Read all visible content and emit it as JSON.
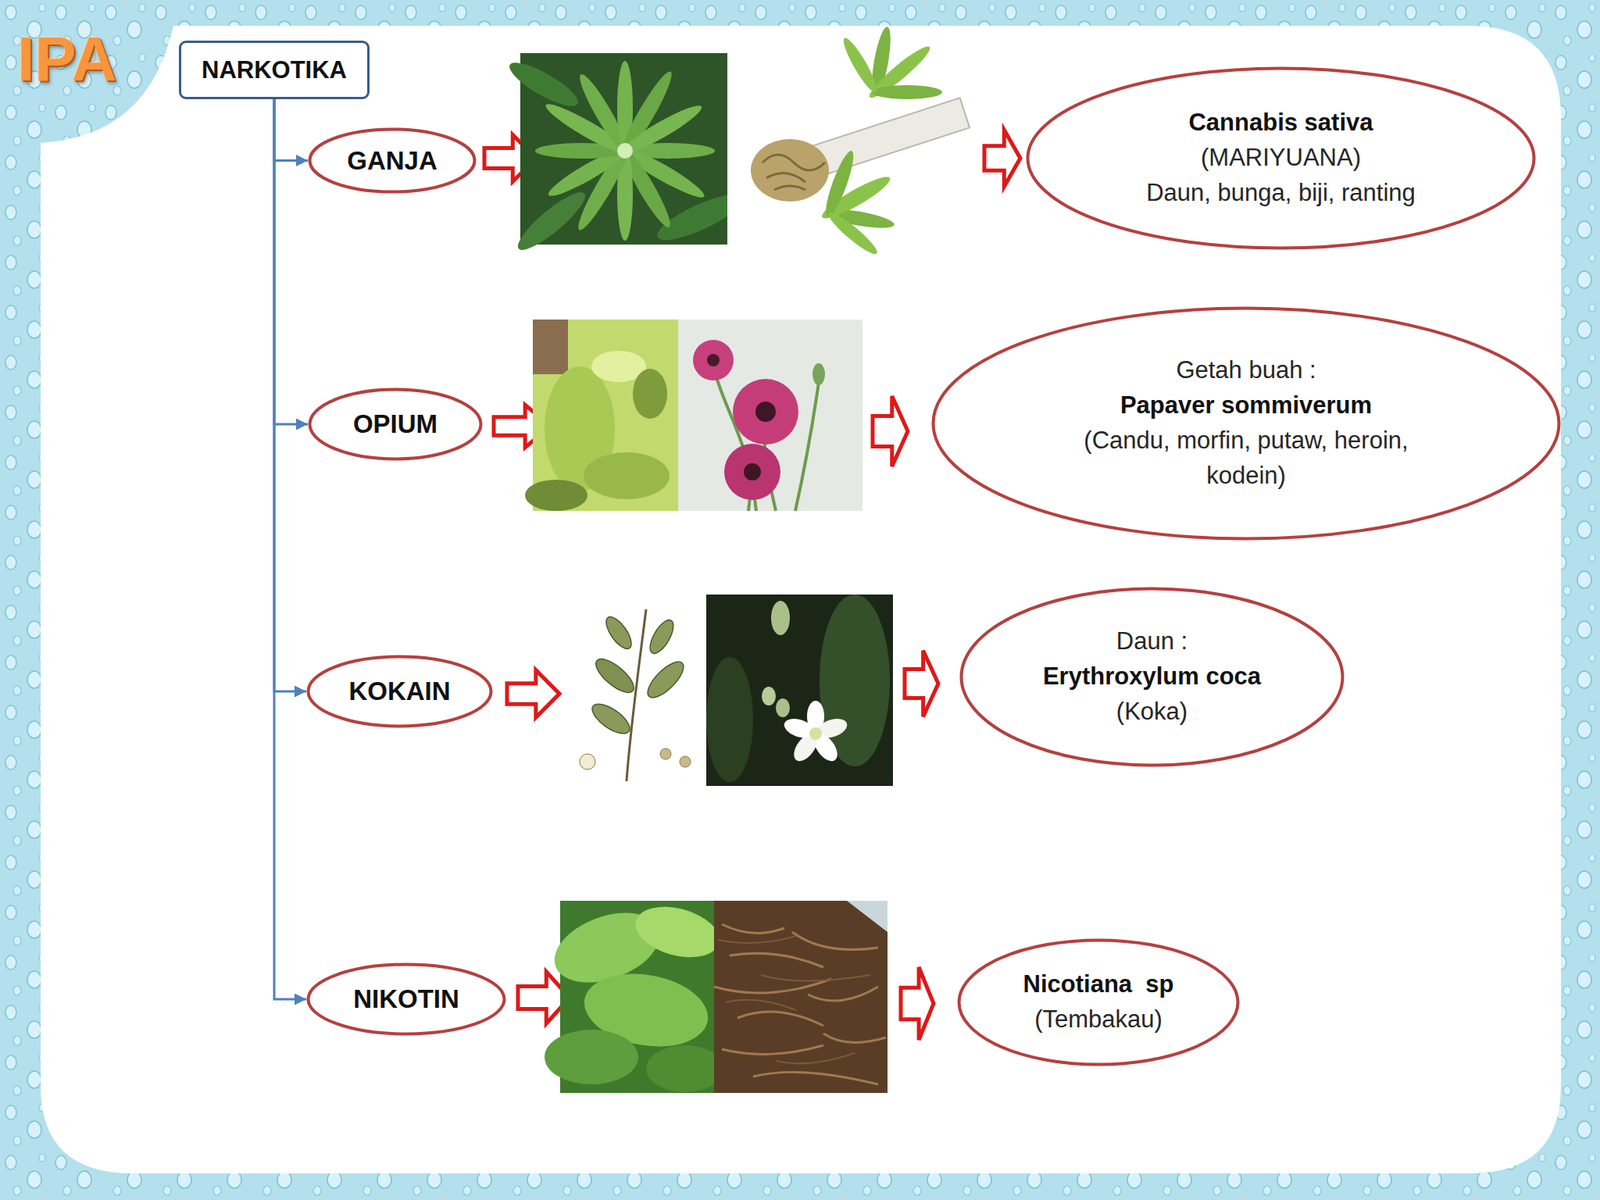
{
  "diagram": {
    "nodes": [
      {
        "text": [
          "NARKOTIKA"
        ]
      },
      {
        "text": [
          "GANJA"
        ]
      },
      {
        "text": [
          "Cannabis sativa",
          "(MARIYUANA)",
          "Daun, bunga, biji, ranting"
        ]
      },
      {
        "text": [
          "OPIUM"
        ]
      },
      {
        "text": [
          "Getah buah :",
          "Papaver sommiverum",
          "(Candu, morfin, putaw, heroin, kodein)"
        ]
      },
      {
        "text": [
          "KOKAIN"
        ]
      },
      {
        "text": [
          "Daun :",
          "Erythroxylum coca",
          "(Koka)"
        ]
      },
      {
        "text": [
          "NIKOTIN"
        ]
      },
      {
        "text": [
          "Nicotiana  sp",
          "(Tembakau)"
        ]
      }
    ],
    "edges": [
      {
        "from": 0,
        "to": 1,
        "arrow": "to"
      },
      {
        "from": 0,
        "to": 3,
        "arrow": "to"
      },
      {
        "from": 0,
        "to": 5,
        "arrow": "to"
      },
      {
        "from": 0,
        "to": 7,
        "arrow": "to"
      }
    ],
    "labels": [
      "IPA"
    ]
  }
}
